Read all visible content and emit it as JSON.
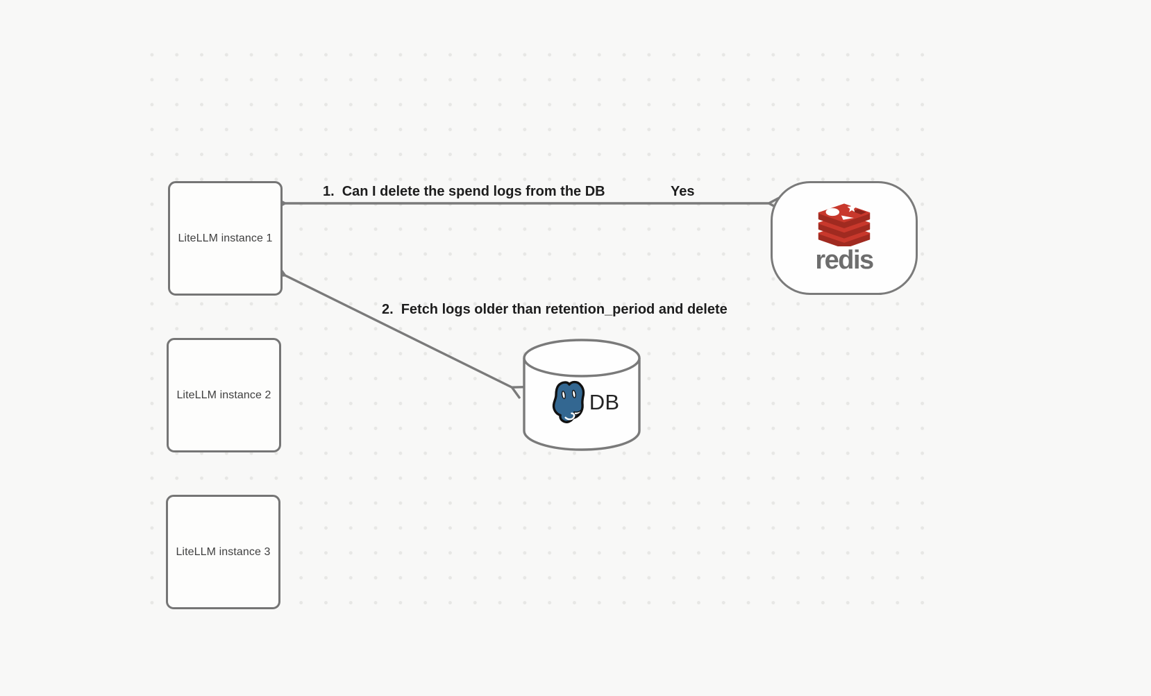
{
  "diagram": {
    "background": {
      "color": "#f8f8f7",
      "dot_color": "#e7e7e5"
    },
    "stroke_color": "#7a7a7a",
    "label_color": "#1d1d1d",
    "nodes": {
      "litellm1": {
        "label": "LiteLLM instance 1"
      },
      "litellm2": {
        "label": "LiteLLM instance 2"
      },
      "litellm3": {
        "label": "LiteLLM instance 3"
      },
      "redis": {
        "label": "redis",
        "icon": "redis-stack-logo-icon",
        "brand_red": "#c8382c",
        "brand_red_dark": "#a02a20",
        "wordmark_color": "#6d6d6d"
      },
      "db": {
        "label": "DB",
        "icon": "postgresql-elephant-icon",
        "elephant_blue": "#336791"
      }
    },
    "edges": {
      "edge1": {
        "number": "1.",
        "label": "Can I delete the spend logs from the DB",
        "response": "Yes",
        "from": "LiteLLM instance 1",
        "to": "redis",
        "arrows": "both-ends"
      },
      "edge2": {
        "number": "2.",
        "label": "Fetch logs older than retention_period and delete",
        "from": "LiteLLM instance 1",
        "to": "DB",
        "arrows": "both-ends"
      }
    }
  }
}
